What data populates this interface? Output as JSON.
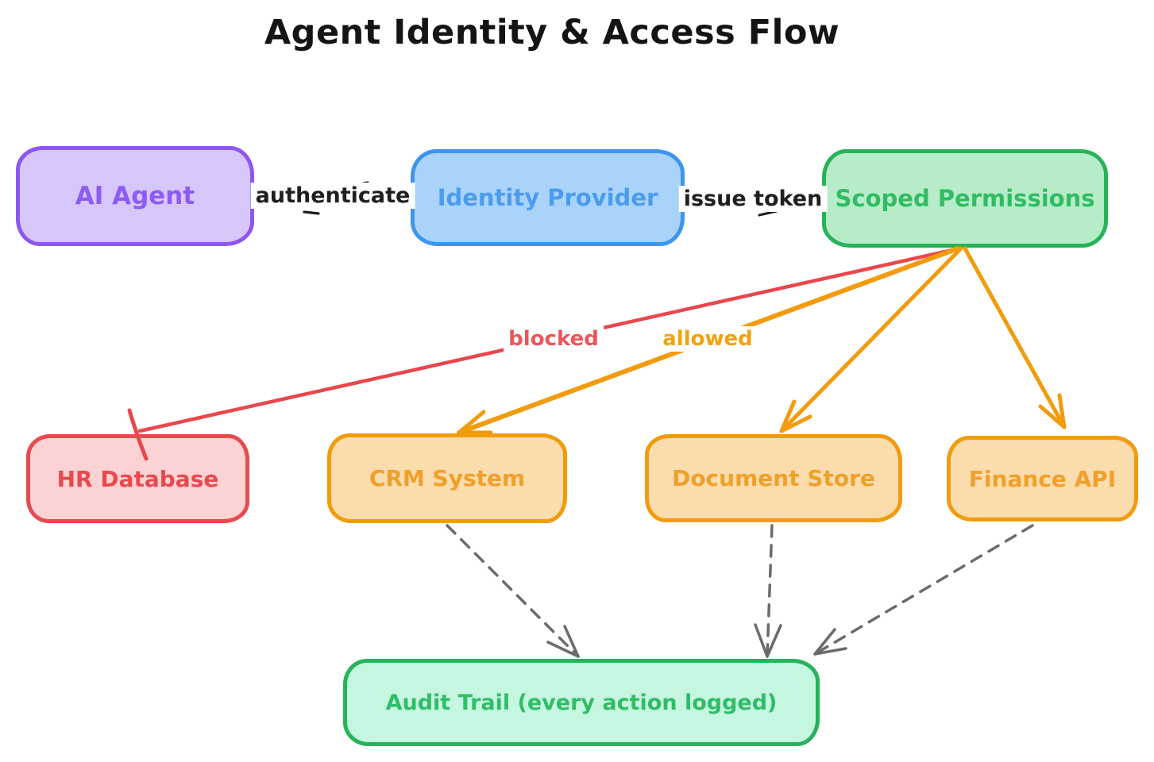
{
  "title": "Agent Identity & Access Flow",
  "nodes": {
    "ai_agent": {
      "label": "AI Agent",
      "text_color": "#8b5cf6",
      "fill": "#d7c6f9",
      "border": "#8c57ef"
    },
    "identity_provider": {
      "label": "Identity Provider",
      "text_color": "#4d9bef",
      "fill": "#a9d3f8",
      "border": "#3e95ec"
    },
    "scoped_permissions": {
      "label": "Scoped Permissions",
      "text_color": "#2fbd63",
      "fill": "#b7ecc9",
      "border": "#27b357"
    },
    "hr_database": {
      "label": "HR Database",
      "text_color": "#e8494f",
      "fill": "#fbd3d4",
      "border": "#e84a4e"
    },
    "crm_system": {
      "label": "CRM System",
      "text_color": "#f0a028",
      "fill": "#fbdcad",
      "border": "#f29b0d"
    },
    "document_store": {
      "label": "Document Store",
      "text_color": "#f0a028",
      "fill": "#fbdcad",
      "border": "#f29b0d"
    },
    "finance_api": {
      "label": "Finance API",
      "text_color": "#f0a028",
      "fill": "#fbdcad",
      "border": "#f29b0d"
    },
    "audit_trail": {
      "label": "Audit Trail (every action logged)",
      "text_color": "#2fbd68",
      "fill": "#c5f6e0",
      "border": "#25b35b"
    }
  },
  "edges": {
    "authenticate": {
      "label": "authenticate",
      "from": "ai_agent",
      "to": "identity_provider",
      "style": "solid",
      "color": "#1f1f1f"
    },
    "issue_token": {
      "label": "issue token",
      "from": "identity_provider",
      "to": "scoped_permissions",
      "style": "solid",
      "color": "#1f1f1f"
    },
    "blocked": {
      "label": "blocked",
      "from": "scoped_permissions",
      "to": "hr_database",
      "style": "solid-blocked",
      "color": "#e8474c"
    },
    "allowed": {
      "label": "allowed",
      "from": "scoped_permissions",
      "to": "crm_system",
      "style": "solid-arrow",
      "color": "#f29b0d"
    },
    "to_document": {
      "label": "",
      "from": "scoped_permissions",
      "to": "document_store",
      "style": "solid-arrow",
      "color": "#f29b0d"
    },
    "to_finance": {
      "label": "",
      "from": "scoped_permissions",
      "to": "finance_api",
      "style": "solid-arrow",
      "color": "#f29b0d"
    },
    "crm_to_audit": {
      "label": "",
      "from": "crm_system",
      "to": "audit_trail",
      "style": "dashed-arrow",
      "color": "#6b6b6b"
    },
    "doc_to_audit": {
      "label": "",
      "from": "document_store",
      "to": "audit_trail",
      "style": "dashed-arrow",
      "color": "#6b6b6b"
    },
    "fin_to_audit": {
      "label": "",
      "from": "finance_api",
      "to": "audit_trail",
      "style": "dashed-arrow",
      "color": "#6b6b6b"
    }
  }
}
